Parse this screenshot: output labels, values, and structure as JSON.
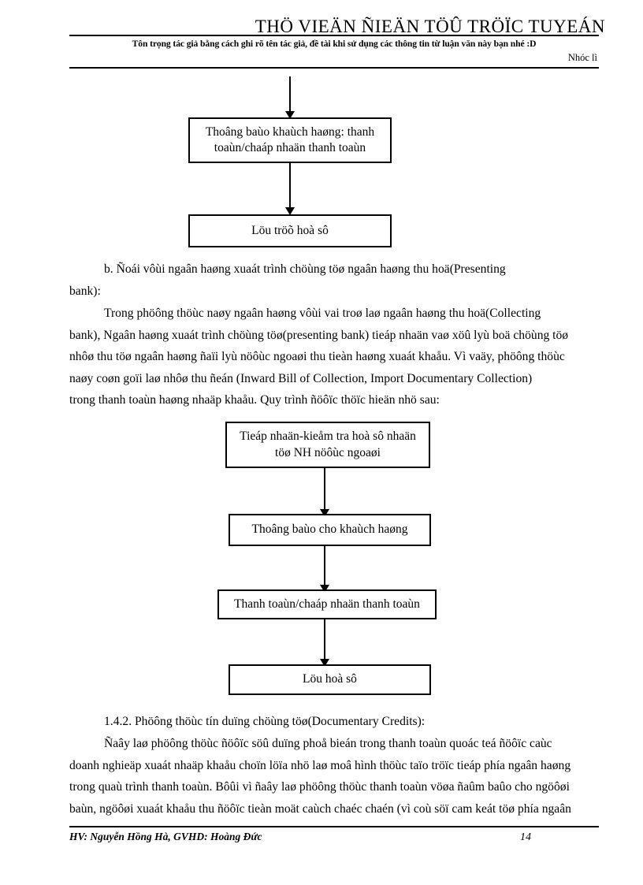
{
  "header": {
    "watermark_title": "THÖ VIEÄN ÑIEÄN TÖÛ TRÖÏC TUYEÁN",
    "note": "Tôn trọng tác giả bằng cách ghi rõ tên tác giả, đề tài khi sử dụng các thông tin từ luận văn này bạn nhé :D",
    "signature": "Nhóc lì"
  },
  "flowchart_top": {
    "boxes": [
      {
        "line1": "Thoâng baùo khaùch haøng: thanh",
        "line2": "toaùn/chaáp nhaän thanh toaùn"
      },
      {
        "line1": "Löu tröõ hoà sô",
        "line2": ""
      }
    ]
  },
  "section_b": {
    "line1": "b. Ñoái vôùi ngaân haøng xuaát trình chöùng töø ngaân haøng thu hoä(Presenting",
    "line2": "bank):"
  },
  "paragraph_1": {
    "line1": "Trong phöông thöùc naøy ngaân haøng vôùi vai troø laø ngaân haøng thu hoä(Collecting",
    "line2": "bank), Ngaân haøng xuaát trình chöùng töø(presenting bank) tieáp nhaän vaø xöû lyù boä chöùng töø",
    "line3": "nhôø thu töø ngaân haøng ñaïi lyù nöôùc ngoaøi thu tieàn haøng xuaát khaåu. Vì vaäy, phöông thöùc",
    "line4": "naøy coøn goïi laø nhôø thu ñeán (Inward Bill of Collection, Import Documentary Collection)",
    "line5": "trong thanh toaùn haøng nhaäp khaåu. Quy trình ñöôïc thöïc hieän nhö sau:"
  },
  "flowchart_bottom": {
    "boxes": [
      {
        "line1": "Tieáp nhaän-kieåm tra hoà sô nhaän",
        "line2": "töø NH nöôùc ngoaøi"
      },
      {
        "line1": "Thoâng baùo cho khaùch haøng",
        "line2": ""
      },
      {
        "line1": "Thanh toaùn/chaáp nhaän thanh toaùn",
        "line2": ""
      },
      {
        "line1": "Löu hoà sô",
        "line2": ""
      }
    ]
  },
  "section_142": {
    "heading": "1.4.2. Phöông thöùc tín duïng chöùng töø(Documentary Credits):"
  },
  "paragraph_2": {
    "line1": "Ñaây laø phöông thöùc ñöôïc söû duïng phoå bieán trong thanh toaùn quoác teá ñöôïc caùc",
    "line2": "doanh nghieäp xuaát nhaäp khaåu choïn löïa nhö laø moâ hình thöùc taïo tröïc tieáp phía ngaân haøng",
    "line3": "trong quaù trình thanh toaùn. Bôûi vì ñaây laø phöông thöùc thanh toaùn vöøa ñaûm baûo cho ngöôøi",
    "line4": "baùn, ngöôøi xuaát khaåu thu ñöôïc tieàn moät caùch chaéc chaén (vì coù söï cam keát töø phía ngaân"
  },
  "footer": {
    "authors": "HV: Nguyễn Hồng Hà, GVHD: Hoàng Đức",
    "page_number": "14"
  }
}
